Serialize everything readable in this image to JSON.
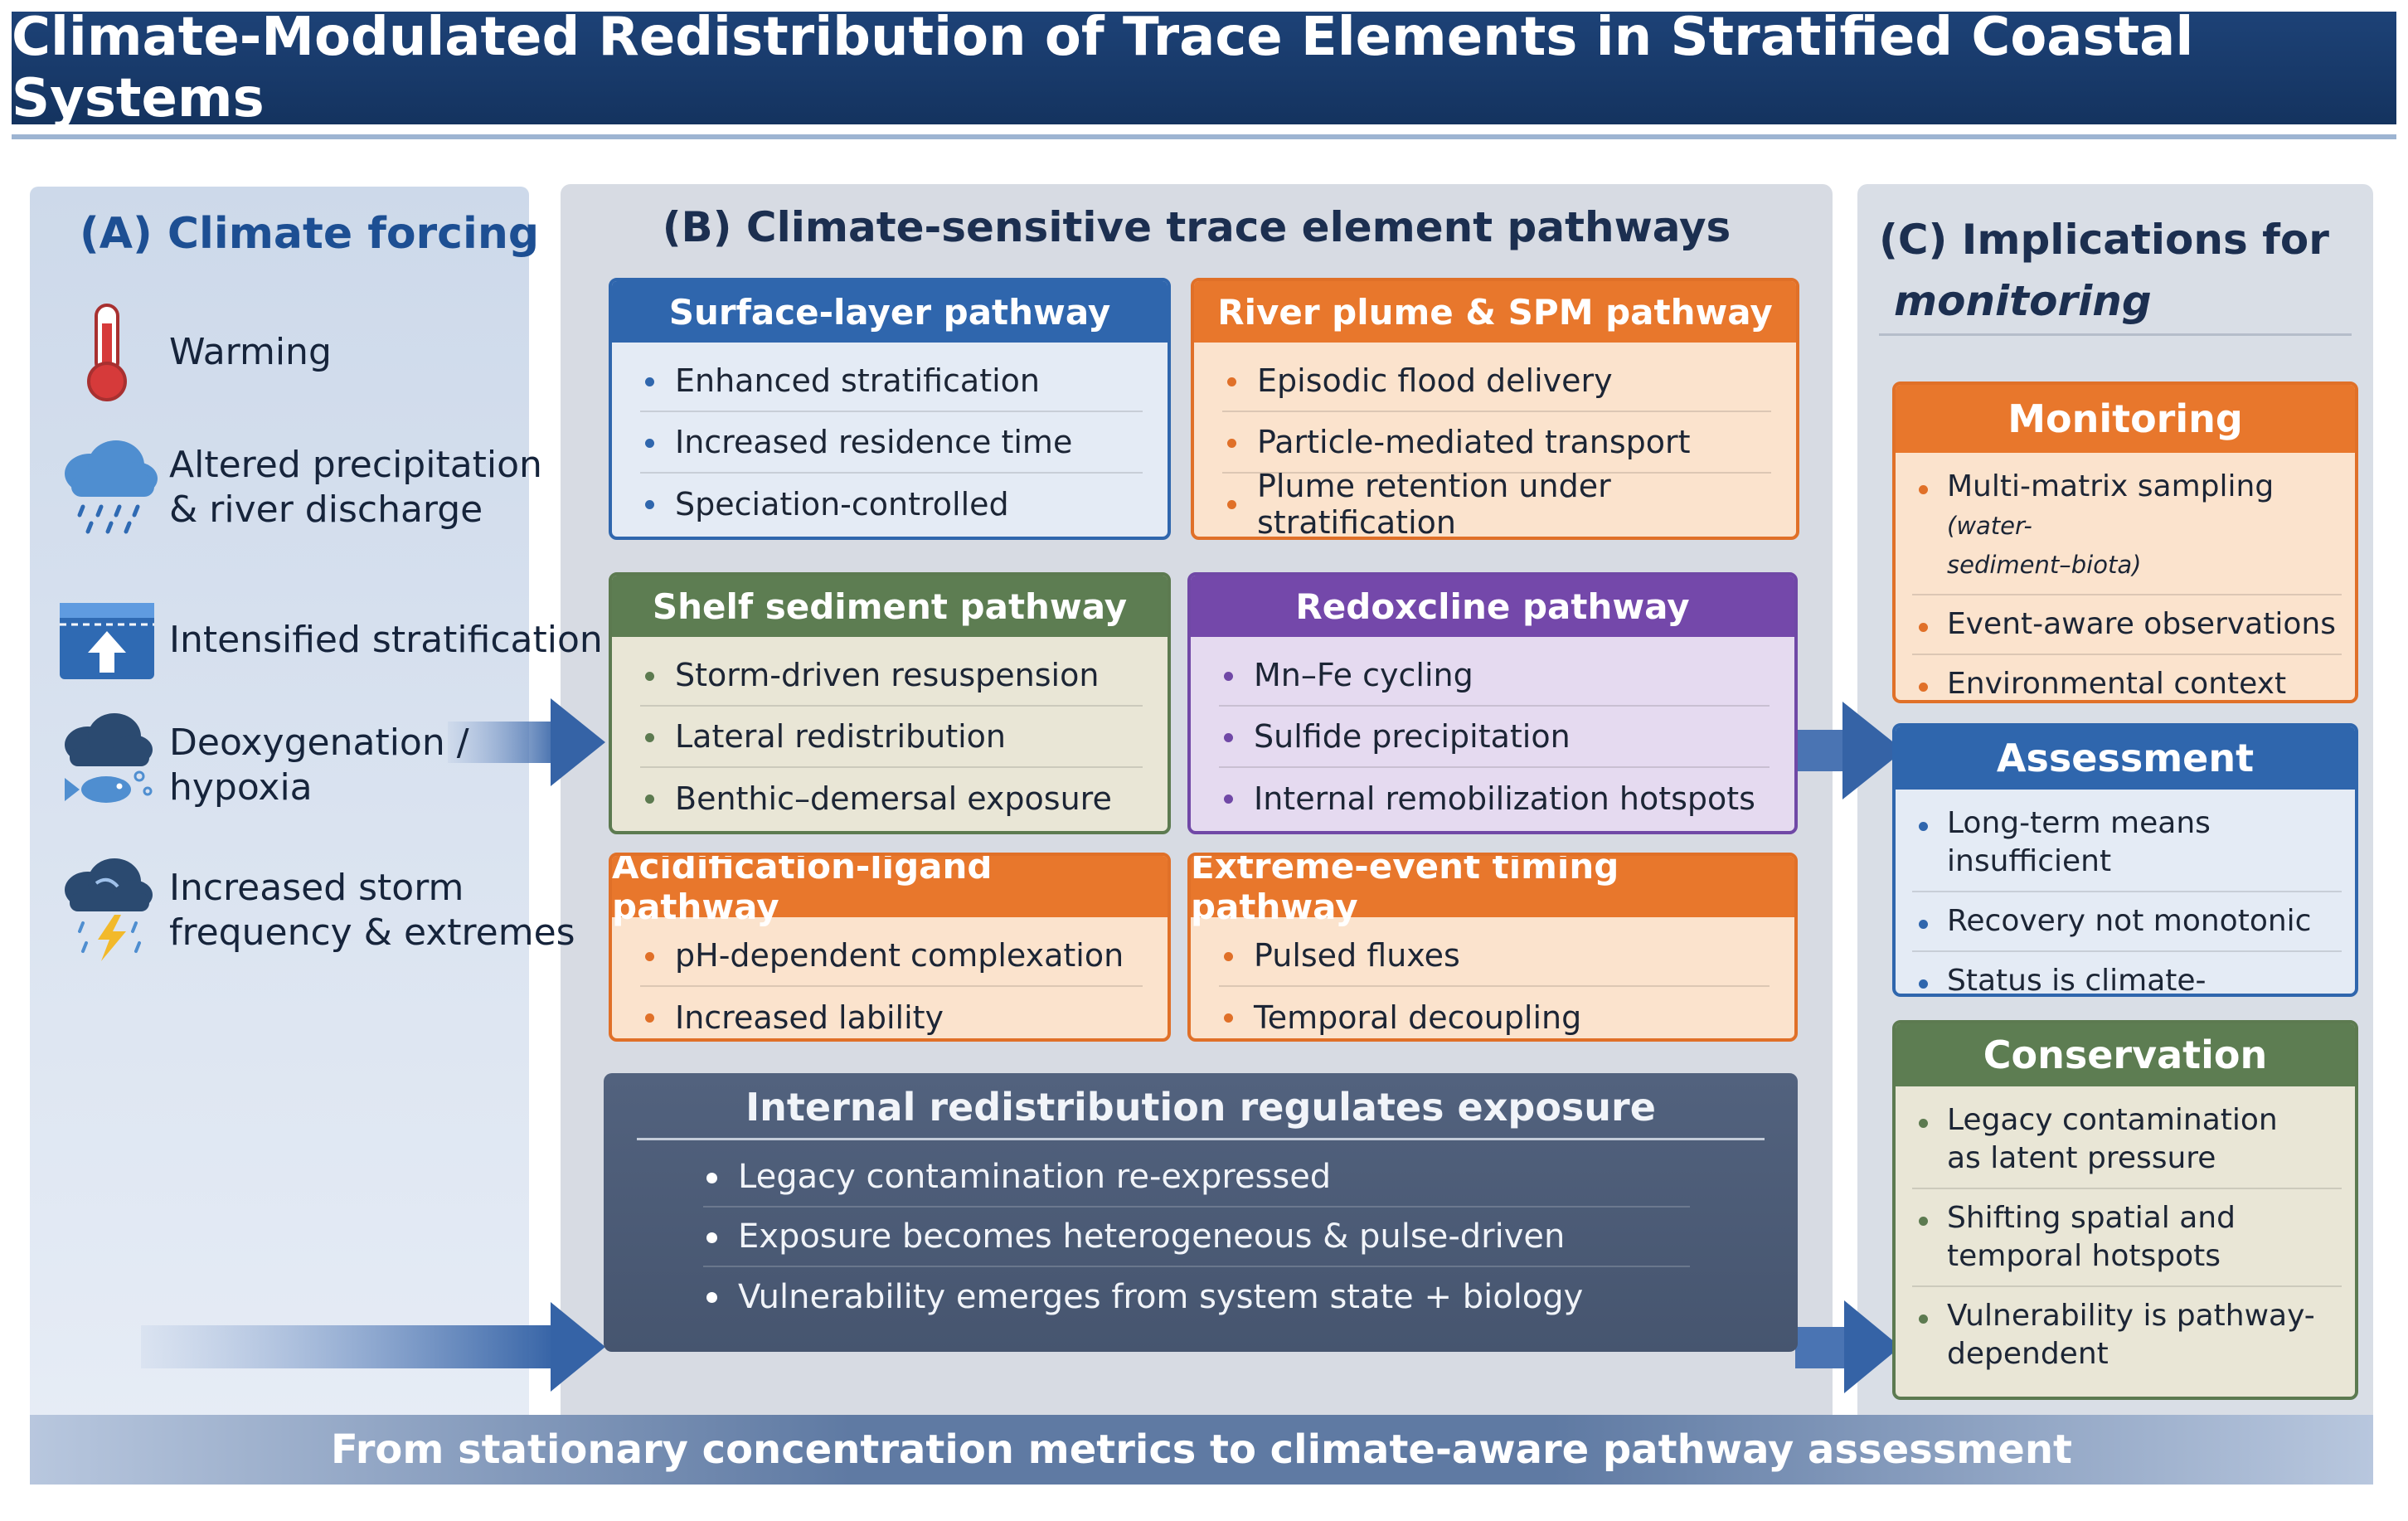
{
  "title": "Climate-Modulated Redistribution of Trace Elements in Stratified Coastal Systems",
  "panel_a": {
    "title": "(A) Climate forcing",
    "items": [
      {
        "icon": "thermometer-icon",
        "line1": "Warming",
        "line2": ""
      },
      {
        "icon": "rain-cloud-icon",
        "line1": "Altered precipitation",
        "line2": "& river discharge"
      },
      {
        "icon": "stratification-icon",
        "line1": "Intensified stratification",
        "line2": ""
      },
      {
        "icon": "hypoxia-cloud-fish-icon",
        "line1": "Deoxygenation /",
        "line2": "hypoxia"
      },
      {
        "icon": "storm-cloud-icon",
        "line1": "Increased storm",
        "line2": "frequency & extremes"
      }
    ]
  },
  "panel_b": {
    "title": "(B) Climate-sensitive trace element pathways",
    "cards": [
      {
        "title": "Surface-layer pathway",
        "items": [
          "Enhanced stratification",
          "Increased residence time",
          "Speciation-controlled"
        ]
      },
      {
        "title": "River plume & SPM pathway",
        "items": [
          "Episodic flood delivery",
          "Particle-mediated transport",
          "Plume retention under stratification"
        ]
      },
      {
        "title": "Shelf sediment pathway",
        "items": [
          "Storm-driven resuspension",
          "Lateral redistribution",
          "Benthic–demersal exposure"
        ]
      },
      {
        "title": "Redoxcline pathway",
        "items": [
          "Mn–Fe cycling",
          "Sulfide precipitation",
          "Internal remobilization hotspots"
        ]
      },
      {
        "title": "Acidification-ligand pathway",
        "items": [
          "pH-dependent complexation",
          "Increased lability"
        ]
      },
      {
        "title": "Extreme-event timing pathway",
        "items": [
          "Pulsed fluxes",
          "Temporal decoupling"
        ]
      }
    ],
    "internal": {
      "title": "Internal redistribution regulates exposure",
      "items": [
        "Legacy contamination re-expressed",
        "Exposure becomes heterogeneous & pulse-driven",
        "Vulnerability emerges from system state + biology"
      ]
    }
  },
  "panel_c": {
    "title_line1": "(C) Implications for",
    "title_line2": "monitoring",
    "monitoring": {
      "title": "Monitoring",
      "item1_main": "Multi-matrix sampling",
      "item1_note1": "(water-",
      "item1_note2": "sediment–biota)",
      "item2": "Event-aware observations",
      "item3": "Environmental context"
    },
    "assessment": {
      "title": "Assessment",
      "items": [
        "Long-term means insufficient",
        "Recovery not monotonic",
        "Status is climate-modulated"
      ]
    },
    "conservation": {
      "title": "Conservation",
      "items": [
        {
          "l1": "Legacy contamination",
          "l2": "as latent pressure"
        },
        {
          "l1": "Shifting spatial and",
          "l2": "temporal hotspots"
        },
        {
          "l1": "Vulnerability is pathway-",
          "l2": "dependent"
        }
      ]
    }
  },
  "footer": "From stationary concentration metrics to climate-aware pathway assessment",
  "colors": {
    "navy": "#14335f",
    "blue": "#2f66ad",
    "orange": "#e8772c",
    "green": "#5d7d52",
    "purple": "#7448aa",
    "slate": "#4b5a74"
  }
}
